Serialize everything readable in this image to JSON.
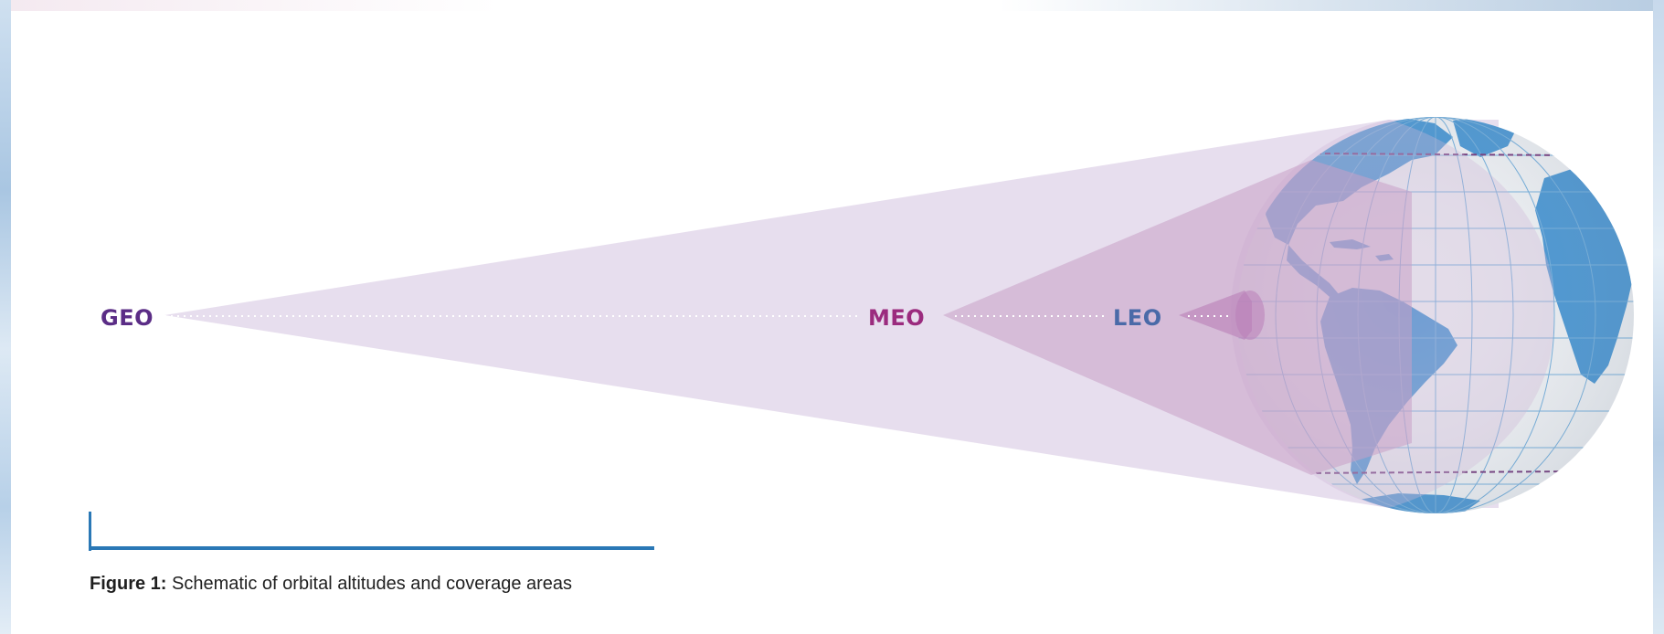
{
  "labels": {
    "geo": "GEO",
    "meo": "MEO",
    "leo": "LEO"
  },
  "caption": {
    "lead": "Figure 1:",
    "text": " Schematic of orbital altitudes and coverage areas"
  },
  "colors": {
    "geo": "#5b2d86",
    "meo": "#9b2b7e",
    "leo": "#4a6aa8",
    "cone_geo": "#e6dced",
    "cone_meo": "#d6b9d6",
    "cone_leo": "#c9a8cc",
    "ocean": "#eef0f3",
    "land": "#3d8fd0",
    "grid": "#6aa9d9",
    "rule": "#2a78b6"
  }
}
